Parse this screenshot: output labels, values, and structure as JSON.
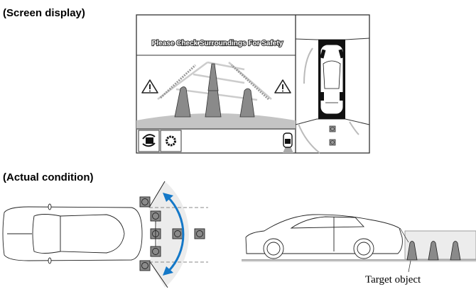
{
  "headings": {
    "screen_display": "(Screen display)",
    "actual_condition": "(Actual condition)"
  },
  "screen": {
    "message": "Please Check Surroundings For Safety",
    "buttons": [
      {
        "icon": "camera-switch-icon"
      },
      {
        "icon": "gear-icon"
      }
    ],
    "warning_icons": [
      "warning-triangle-icon",
      "warning-triangle-icon"
    ]
  },
  "side_view": {
    "caption": "Target object"
  },
  "colors": {
    "arrow": "#1478c8",
    "object_gray": "#8a8a8a",
    "zone_gray": "#ececec"
  }
}
